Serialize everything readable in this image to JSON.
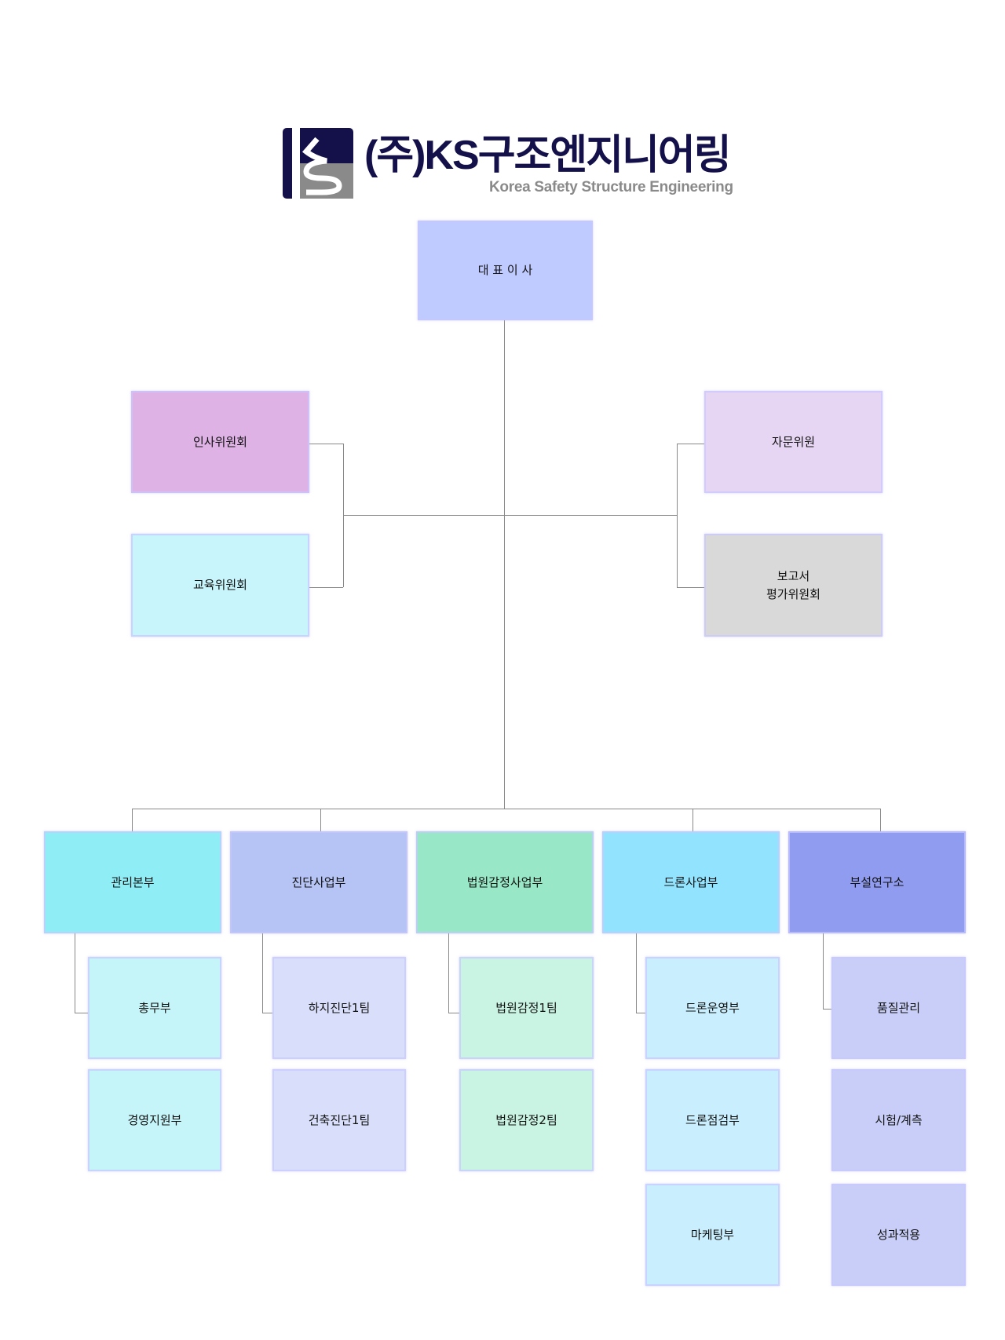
{
  "logo": {
    "title": "(주)KS구조엔지니어링",
    "subtitle": "Korea Safety Structure Engineering"
  },
  "ceo": {
    "label": "대 표 이 사",
    "color": "#bfcaff"
  },
  "committees_left": [
    {
      "label": "인사위원회",
      "color": "#dfb2e6"
    },
    {
      "label": "교육위원회",
      "color": "#c7f5fb"
    }
  ],
  "committees_right": [
    {
      "label": "자문위원",
      "color": "#e6d5f3"
    },
    {
      "label": "보고서\n평가위원회",
      "color": "#d9d9d9"
    }
  ],
  "divisions": [
    {
      "label": "관리본부",
      "color": "#8eedf5",
      "sub_color": "#c5f5f9",
      "teams": [
        "총무부",
        "경영지원부"
      ]
    },
    {
      "label": "진단사업부",
      "color": "#b5c4f4",
      "sub_color": "#d9dffa",
      "teams": [
        "하지진단1팀",
        "건축진단1팀"
      ]
    },
    {
      "label": "법원감정사업부",
      "color": "#98e8c8",
      "sub_color": "#c9f3e3",
      "teams": [
        "법원감정1팀",
        "법원감정2팀"
      ]
    },
    {
      "label": "드론사업부",
      "color": "#92e3fe",
      "sub_color": "#c9eefd",
      "teams": [
        "드론운영부",
        "드론점검부",
        "마케팅부"
      ]
    },
    {
      "label": "부설연구소",
      "color": "#8f9cf0",
      "sub_color": "#c8cef7",
      "teams": [
        "품질관리",
        "시험/계측",
        "성과적용"
      ]
    }
  ]
}
